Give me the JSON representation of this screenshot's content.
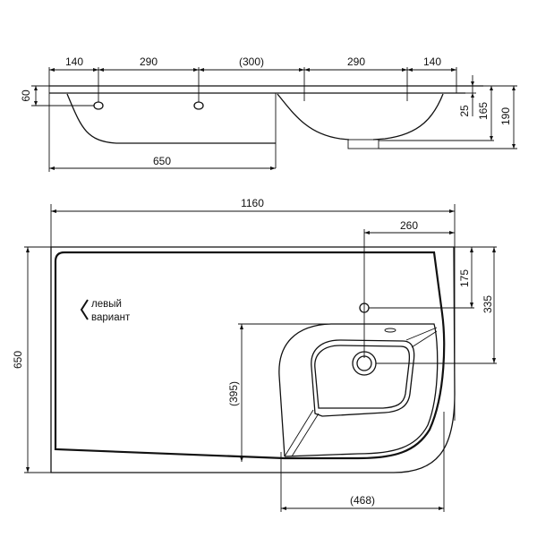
{
  "drawing": {
    "type": "technical-drawing",
    "subject": "washbasin with countertop, side view and top view",
    "side_view": {
      "top_dimensions": [
        "140",
        "290",
        "(300)",
        "290",
        "140"
      ],
      "left_dimension": "60",
      "bottom_dimension": "650",
      "right_dimensions": [
        "25",
        "165",
        "190"
      ]
    },
    "top_view": {
      "width_dimension": "1160",
      "height_dimension": "650",
      "faucet_offset_x": "260",
      "faucet_offset_y": "175",
      "drain_offset_y": "335",
      "bowl_depth": "(395)",
      "bowl_width": "(468)",
      "variant_label_line1": "левый",
      "variant_label_line2": "вариант"
    }
  }
}
